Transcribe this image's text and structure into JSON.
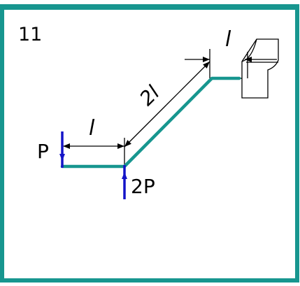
{
  "problem_number": "11",
  "labels": {
    "force_left": "P",
    "force_right": "2P",
    "dim_left_segment": "l",
    "dim_inclined_segment": "2l",
    "dim_top_right": "l"
  },
  "colors": {
    "frame": "#17968f",
    "beam": "#17968f",
    "force": "#1414c8",
    "line": "#000000"
  }
}
